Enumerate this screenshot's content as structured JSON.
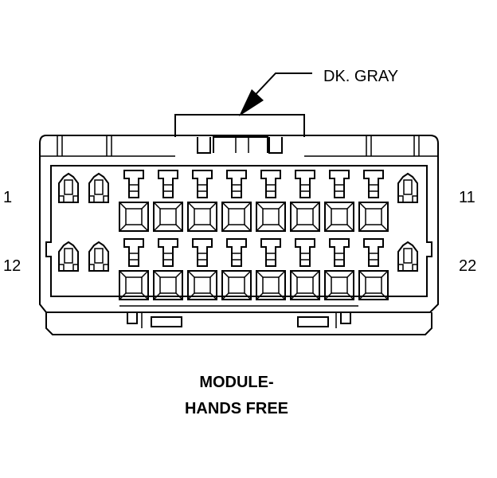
{
  "diagram": {
    "wire_color_label": "DK. GRAY",
    "pin_labels": {
      "top_left": "1",
      "top_right": "11",
      "bottom_left": "12",
      "bottom_right": "22"
    },
    "caption_line1": "MODULE-",
    "caption_line2": "HANDS FREE",
    "pin_count": 22,
    "pins_per_row": 11
  }
}
